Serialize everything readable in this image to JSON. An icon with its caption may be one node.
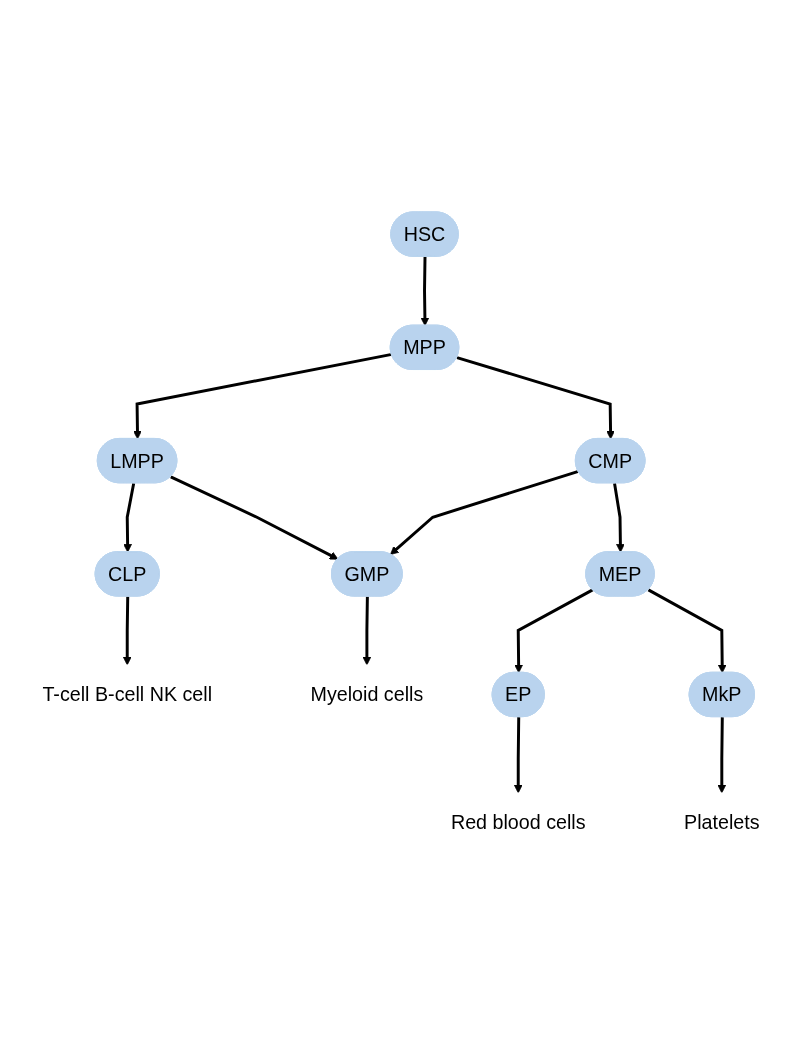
{
  "diagram": {
    "nodes": [
      {
        "text": [
          "HSC"
        ]
      },
      {
        "text": [
          "MPP"
        ]
      },
      {
        "text": [
          "LMPP"
        ]
      },
      {
        "text": [
          "CMP"
        ]
      },
      {
        "text": [
          "CLP"
        ]
      },
      {
        "text": [
          "GMP"
        ]
      },
      {
        "text": [
          "MEP"
        ]
      },
      {
        "text": [
          "EP"
        ]
      },
      {
        "text": [
          "MkP"
        ]
      },
      {
        "text": [
          "T-cell B-cell NK cell"
        ]
      },
      {
        "text": [
          "Myeloid cells"
        ]
      },
      {
        "text": [
          "Red blood cells"
        ]
      },
      {
        "text": [
          "Platelets"
        ]
      }
    ],
    "edges": [
      {
        "from": 0,
        "to": 1,
        "arrow": "to"
      },
      {
        "from": 1,
        "to": 2,
        "arrow": "to"
      },
      {
        "from": 1,
        "to": 3,
        "arrow": "to"
      },
      {
        "from": 2,
        "to": 4,
        "arrow": "to"
      },
      {
        "from": 2,
        "to": 5,
        "arrow": "to"
      },
      {
        "from": 3,
        "to": 5,
        "arrow": "to"
      },
      {
        "from": 3,
        "to": 6,
        "arrow": "to"
      },
      {
        "from": 6,
        "to": 7,
        "arrow": "to"
      },
      {
        "from": 6,
        "to": 8,
        "arrow": "to"
      },
      {
        "from": 4,
        "to": 9,
        "arrow": "to"
      },
      {
        "from": 5,
        "to": 10,
        "arrow": "to"
      },
      {
        "from": 7,
        "to": 11,
        "arrow": "to"
      },
      {
        "from": 8,
        "to": 12,
        "arrow": "to"
      }
    ]
  }
}
